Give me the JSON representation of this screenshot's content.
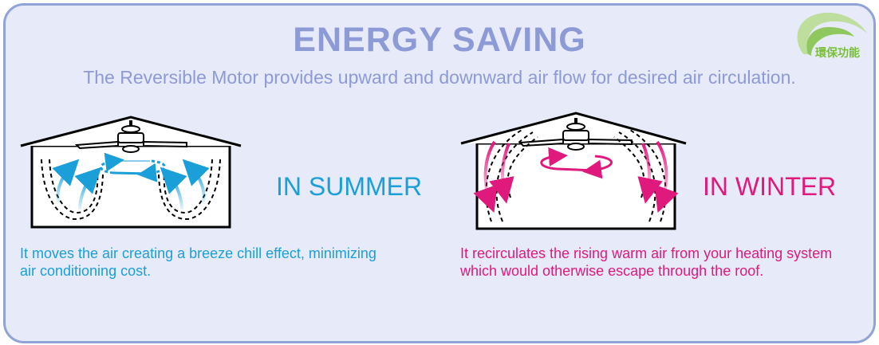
{
  "title": "ENERGY SAVING",
  "subtitle": "The Reversible Motor provides upward and downward air flow for desired air circulation.",
  "badge": {
    "text": "環保功能",
    "icon": "leaf-icon"
  },
  "summer": {
    "label": "IN SUMMER",
    "description_line1": "It moves the air creating a breeze chill effect, minimizing",
    "description_line2": "air conditioning cost.",
    "color": "#1a9fd9"
  },
  "winter": {
    "label": "IN WINTER",
    "description_line1": "It recirculates the rising warm air from your heating system",
    "description_line2": "which would otherwise escape through the roof.",
    "color": "#e0197d"
  },
  "colors": {
    "frame": "#8fa3d6",
    "background": "#e7eaf8",
    "title": "#8c9ad6",
    "badge": "#7abf3a"
  }
}
